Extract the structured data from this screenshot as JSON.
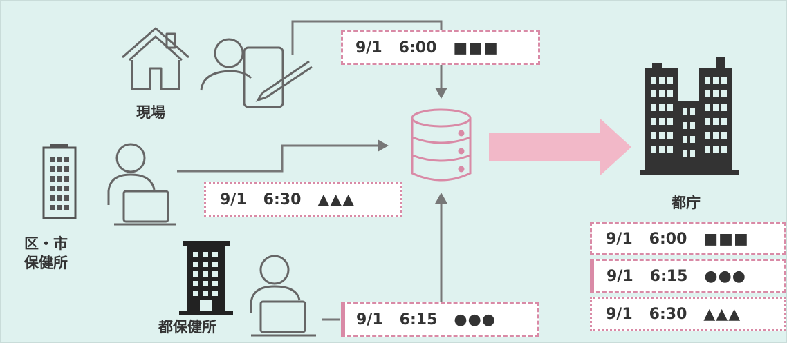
{
  "locations": {
    "field": "現場",
    "ward_city_health_center": "区・市\n保健所",
    "metro_health_center": "都保健所",
    "metro_government": "都庁"
  },
  "entries": {
    "field": {
      "date": "9/1",
      "time": "6:00",
      "marks": "■■■"
    },
    "ward": {
      "date": "9/1",
      "time": "6:30",
      "marks": "▲▲▲"
    },
    "metro_hc": {
      "date": "9/1",
      "time": "6:15",
      "marks": "●●●"
    }
  },
  "aggregated_list": [
    {
      "date": "9/1",
      "time": "6:00",
      "marks": "■■■"
    },
    {
      "date": "9/1",
      "time": "6:15",
      "marks": "●●●"
    },
    {
      "date": "9/1",
      "time": "6:30",
      "marks": "▲▲▲"
    }
  ],
  "colors": {
    "background": "#dff2ef",
    "accent_pink": "#d98aa6",
    "arrow_pink": "#f2b8c8",
    "line_gray": "#777777",
    "icon_dark": "#333333"
  },
  "icons": [
    "house-icon",
    "person-with-tablet-icon",
    "office-building-icon",
    "person-at-laptop-icon",
    "database-icon",
    "skyscrapers-icon"
  ]
}
